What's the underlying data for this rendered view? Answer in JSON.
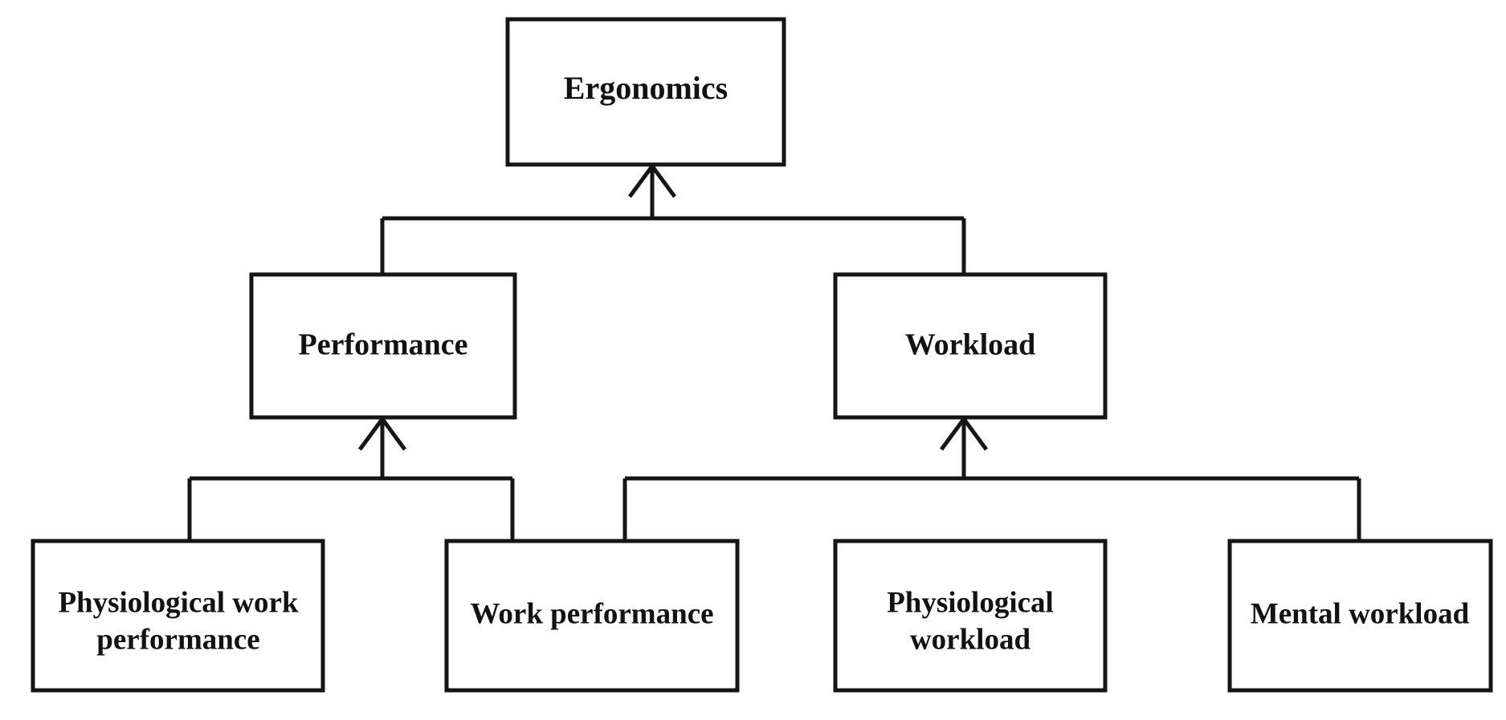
{
  "diagram": {
    "type": "hierarchy-tree",
    "title": "Ergonomics",
    "orientation": "bottom-up-arrows",
    "background_color": "#ffffff",
    "line_color": "#151515",
    "text_color": "#121212",
    "levels": [
      {
        "level": 1,
        "nodes": [
          {
            "id": "ergonomics",
            "label": "Ergonomics",
            "lines": [
              "Ergonomics"
            ]
          }
        ]
      },
      {
        "level": 2,
        "nodes": [
          {
            "id": "performance",
            "label": "Performance",
            "lines": [
              "Performance"
            ]
          },
          {
            "id": "workload",
            "label": "Workload",
            "lines": [
              "Workload"
            ]
          }
        ]
      },
      {
        "level": 3,
        "nodes": [
          {
            "id": "physiological-work-performance",
            "label": "Physiological work performance",
            "lines": [
              "Physiological work",
              "performance"
            ]
          },
          {
            "id": "work-performance",
            "label": "Work performance",
            "lines": [
              "Work performance"
            ]
          },
          {
            "id": "physiological-workload",
            "label": "Physiological workload",
            "lines": [
              "Physiological",
              "workload"
            ]
          },
          {
            "id": "mental-workload",
            "label": "Mental workload",
            "lines": [
              "Mental workload"
            ]
          }
        ]
      }
    ],
    "edges": [
      {
        "from": "performance",
        "to": "ergonomics"
      },
      {
        "from": "workload",
        "to": "ergonomics"
      },
      {
        "from": "physiological-work-performance",
        "to": "performance"
      },
      {
        "from": "work-performance",
        "to": "performance"
      },
      {
        "from": "physiological-workload",
        "to": "workload"
      },
      {
        "from": "mental-workload",
        "to": "workload"
      }
    ]
  }
}
